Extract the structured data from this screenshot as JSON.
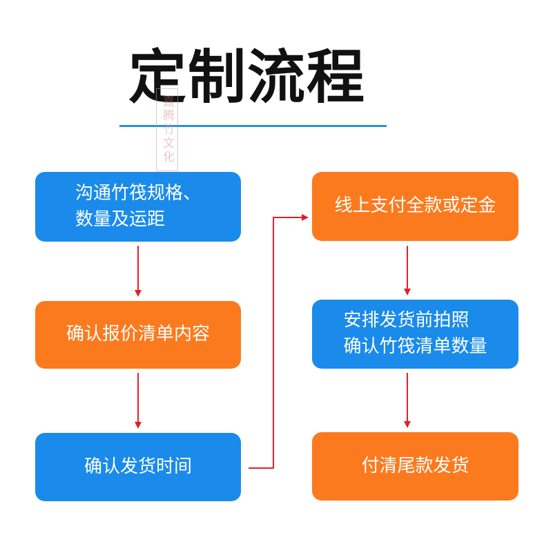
{
  "title": "定制流程",
  "watermark": "嘉腾竹文化",
  "colors": {
    "blue": "#1a8bea",
    "orange": "#fb7a1e",
    "arrow": "#e0202a",
    "rule": "#2a90d8"
  },
  "steps": {
    "step1": {
      "line1": "沟通竹筏规格、",
      "line2": "数量及运距"
    },
    "step2": {
      "line1": "确认报价清单内容"
    },
    "step3": {
      "line1": "确认发货时间"
    },
    "step4": {
      "line1": "线上支付全款或定金"
    },
    "step5": {
      "line1": "安排发货前拍照",
      "line2": "确认竹筏清单数量"
    },
    "step6": {
      "line1": "付清尾款发货"
    }
  }
}
